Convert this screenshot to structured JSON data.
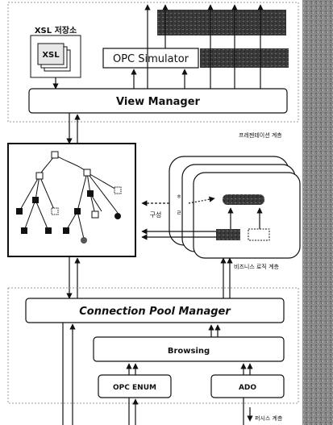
{
  "xsl_store": {
    "title": "XSL 저장소",
    "doc_label": "XSL"
  },
  "opc_simulator": "OPC Simulator",
  "view_manager": "View Manager",
  "presentation_layer": "프레젠테이션 계층",
  "compose_label": "구성",
  "business_layer": "비즈니스 로직 계층",
  "connection_pool_manager": "Connection Pool Manager",
  "browsing": "Browsing",
  "opc_enum": "OPC ENUM",
  "ado": "ADO",
  "persistence_layer": "퍼시스 계층",
  "colors": {
    "ink": "#111111",
    "sidebar": "#8a8a8a",
    "dashed_border": "#9a9a9a",
    "dark_block": "#333333"
  }
}
